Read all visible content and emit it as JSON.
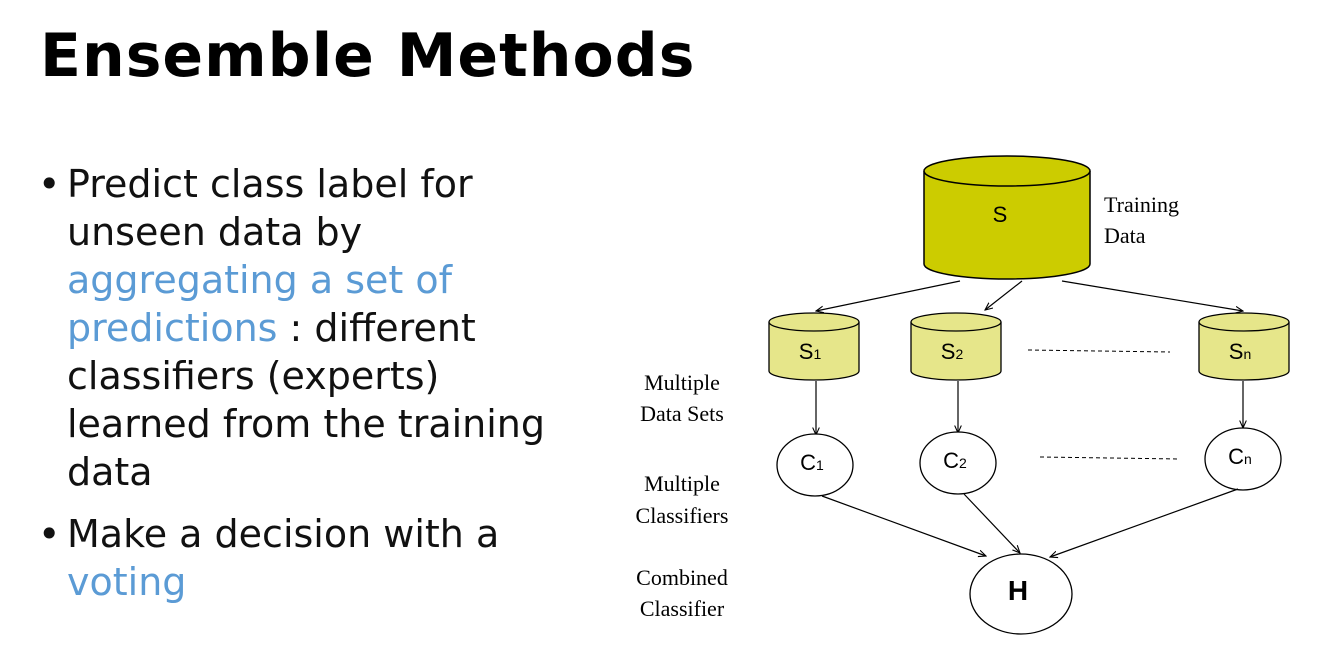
{
  "slide": {
    "title": "Ensemble Methods",
    "bullets": [
      {
        "part1": "Predict class label for unseen data by ",
        "highlight": "aggregating a set of predictions",
        "part2": " : different classifiers (experts) learned from the training data"
      },
      {
        "part1": "Make a decision with a ",
        "highlight": "voting",
        "part2": ""
      }
    ]
  },
  "diagram": {
    "training": {
      "label": "S",
      "caption_line1": "Training",
      "caption_line2": "Data"
    },
    "datasets": {
      "nodes": [
        {
          "base": "S",
          "sub": "1"
        },
        {
          "base": "S",
          "sub": "2"
        },
        {
          "base": "S",
          "sub": "n"
        }
      ],
      "caption_line1": "Multiple",
      "caption_line2": "Data Sets"
    },
    "classifiers": {
      "nodes": [
        {
          "base": "C",
          "sub": "1"
        },
        {
          "base": "C",
          "sub": "2"
        },
        {
          "base": "C",
          "sub": "n"
        }
      ],
      "caption_line1": "Multiple",
      "caption_line2": "Classifiers"
    },
    "combined": {
      "label": "H",
      "caption_line1": "Combined",
      "caption_line2": "Classifier"
    },
    "colors": {
      "training_fill": "#cccc00",
      "dataset_fill": "#e6e68a",
      "highlight_text": "#5b9bd5"
    }
  }
}
